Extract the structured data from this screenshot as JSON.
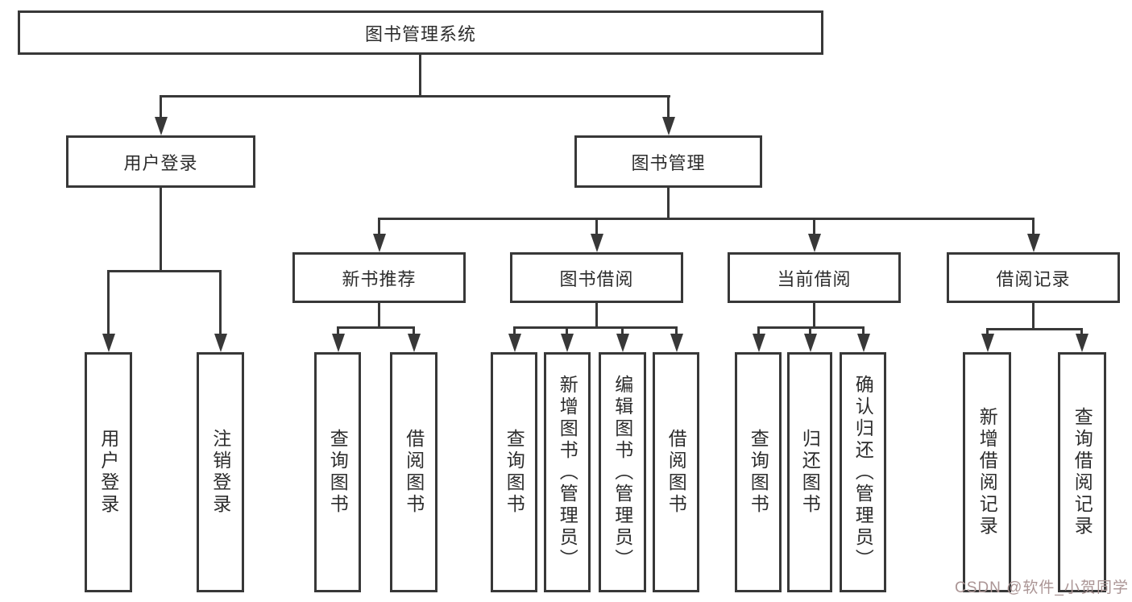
{
  "diagram": {
    "type": "tree",
    "root": {
      "label": "图书管理系统"
    },
    "level1": [
      {
        "id": "user-login",
        "label": "用户登录"
      },
      {
        "id": "book-management",
        "label": "图书管理"
      }
    ],
    "level2": [
      {
        "id": "new-book-recommend",
        "parent": "图书管理",
        "label": "新书推荐"
      },
      {
        "id": "book-borrow",
        "parent": "图书管理",
        "label": "图书借阅"
      },
      {
        "id": "current-borrow",
        "parent": "图书管理",
        "label": "当前借阅"
      },
      {
        "id": "borrow-record",
        "parent": "图书管理",
        "label": "借阅记录"
      }
    ],
    "leaves": [
      {
        "parent": "用户登录",
        "label": "用户登录"
      },
      {
        "parent": "用户登录",
        "label": "注销登录"
      },
      {
        "parent": "新书推荐",
        "label": "查询图书"
      },
      {
        "parent": "新书推荐",
        "label": "借阅图书"
      },
      {
        "parent": "图书借阅",
        "label": "查询图书"
      },
      {
        "parent": "图书借阅",
        "label": "新增图书（管理员）"
      },
      {
        "parent": "图书借阅",
        "label": "编辑图书（管理员）"
      },
      {
        "parent": "图书借阅",
        "label": "借阅图书"
      },
      {
        "parent": "当前借阅",
        "label": "查询图书"
      },
      {
        "parent": "当前借阅",
        "label": "归还图书"
      },
      {
        "parent": "当前借阅",
        "label": "确认归还（管理员）"
      },
      {
        "parent": "借阅记录",
        "label": "新增借阅记录"
      },
      {
        "parent": "借阅记录",
        "label": "查询借阅记录"
      }
    ]
  },
  "watermark": {
    "text": "CSDN @软件_小贺同学",
    "color": "#ab9595"
  },
  "colors": {
    "line": "#383838",
    "box_border": "#383838",
    "text": "#2d2d2d",
    "background": "#ffffff"
  }
}
